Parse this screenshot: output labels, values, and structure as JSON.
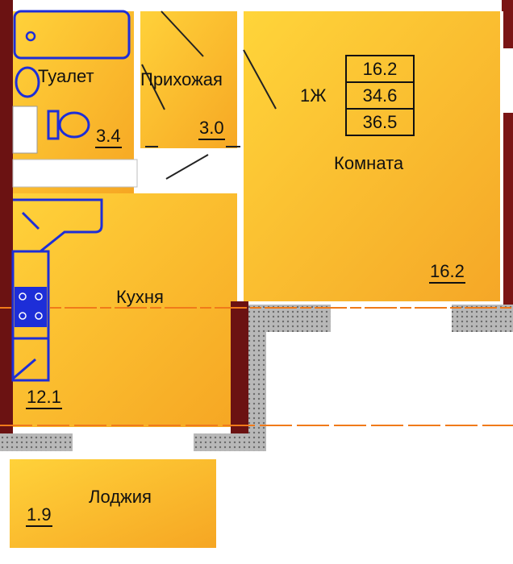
{
  "rooms": {
    "toilet": {
      "name": "Туалет",
      "area": "3.4"
    },
    "hallway": {
      "name": "Прихожая",
      "area": "3.0"
    },
    "room": {
      "name": "Комната",
      "area": "16.2"
    },
    "kitchen": {
      "name": "Кухня",
      "area": "12.1"
    },
    "loggia": {
      "name": "Лоджия",
      "area": "1.9"
    }
  },
  "apartment": {
    "type": "1Ж",
    "living_area": "16.2",
    "total_area": "34.6",
    "total_with_loggia": "36.5"
  },
  "colors": {
    "floor": "#f9b52b",
    "floor_light": "#ffd23a",
    "wall": "#6b1212",
    "fixtures": "#1d2ed8",
    "axis_line": "#f07a1a"
  }
}
